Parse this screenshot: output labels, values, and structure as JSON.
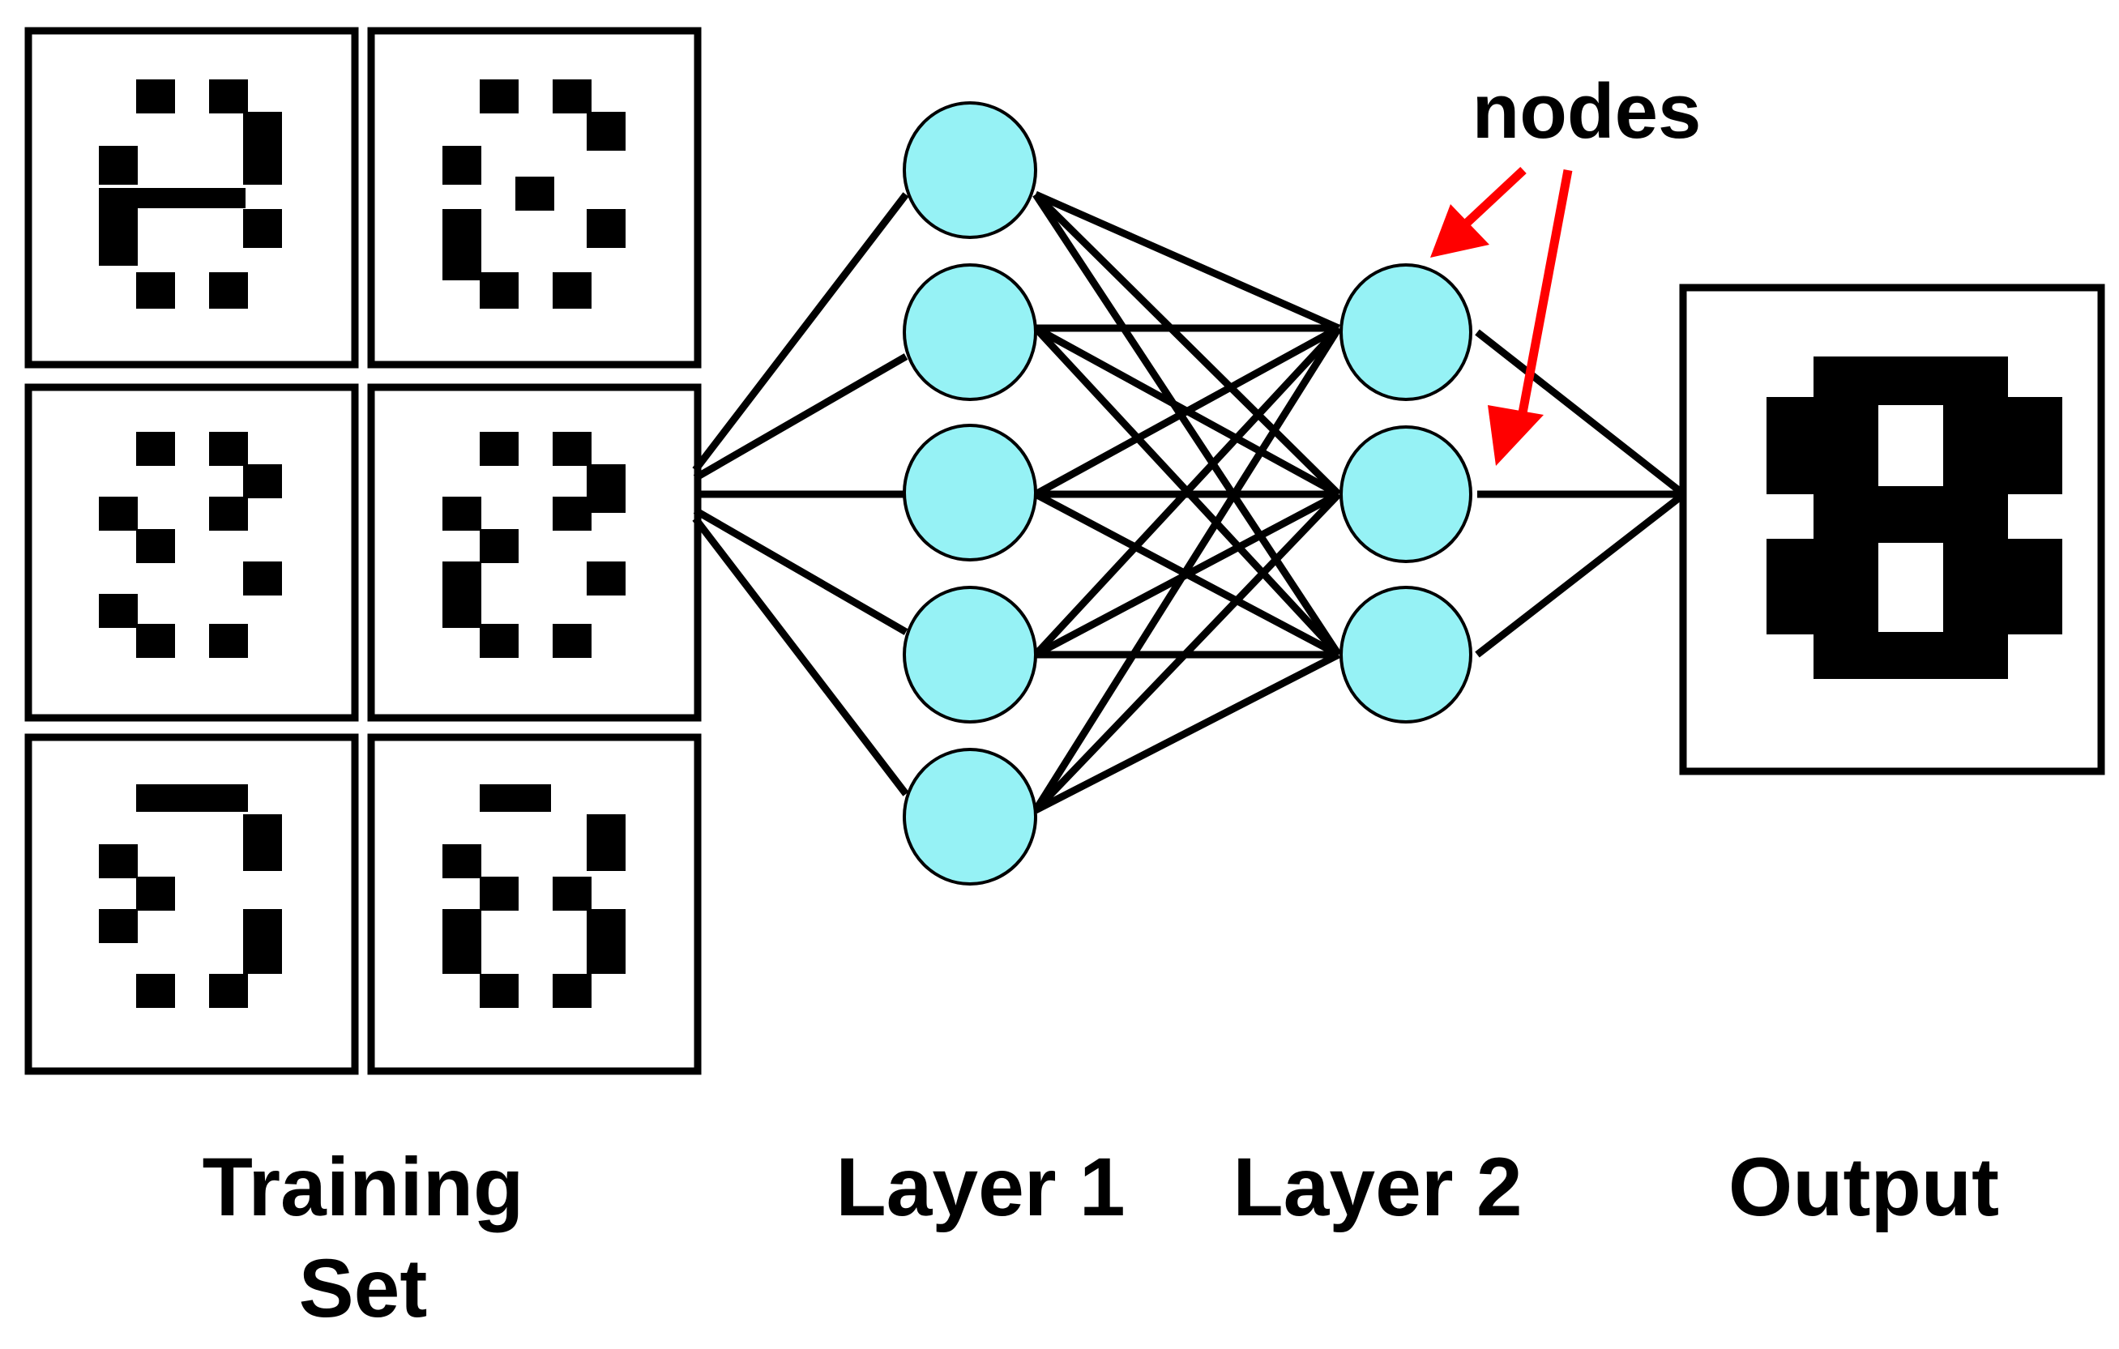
{
  "labels": {
    "training_line1": "Training",
    "training_line2": "Set",
    "layer1": "Layer 1",
    "layer2": "Layer 2",
    "output": "Output",
    "nodes": "nodes"
  },
  "colors": {
    "node_fill": "#96F2F5",
    "stroke": "#000000",
    "pixel": "#000000",
    "arrow": "#FF0000",
    "background": "#FFFFFF"
  },
  "network": {
    "input_count": 6,
    "layer1_count": 5,
    "layer2_count": 3,
    "output_count": 1
  }
}
